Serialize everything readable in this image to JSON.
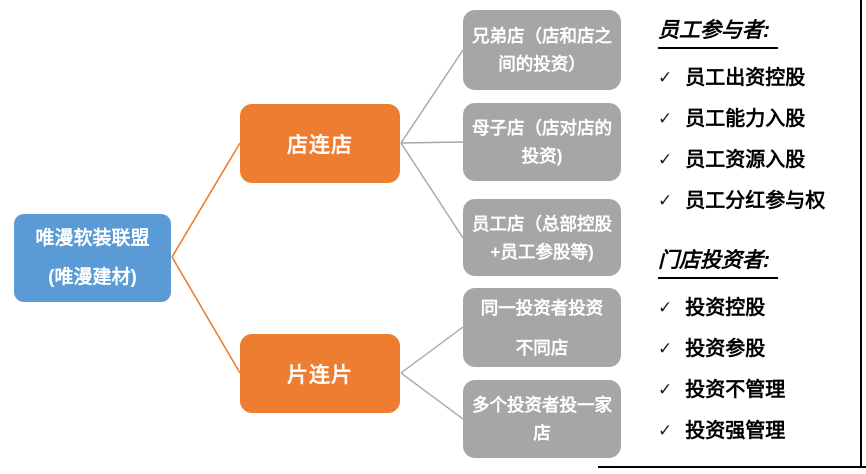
{
  "diagram": {
    "root": {
      "line1": "唯漫软装联盟",
      "line2": "(唯漫建材)"
    },
    "branches": [
      {
        "label": "店连店"
      },
      {
        "label": "片连片"
      }
    ],
    "leaves": [
      {
        "line1": "兄弟店（店和店之",
        "line2": "间的投资）"
      },
      {
        "line1": "母子店（店对店的",
        "line2": "投资)"
      },
      {
        "line1": "员工店（总部控股",
        "line2": "+员工参股等)"
      },
      {
        "line1": "同一投资者投资",
        "line2": "不同店"
      },
      {
        "line1": "多个投资者投一家",
        "line2": "店"
      }
    ]
  },
  "side_panel": {
    "check_glyph": "✓",
    "lists": [
      {
        "title": "员工参与者:",
        "items": [
          "员工出资控股",
          "员工能力入股",
          "员工资源入股",
          "员工分红参与权"
        ]
      },
      {
        "title": "门店投资者:",
        "items": [
          "投资控股",
          "投资参股",
          "投资不管理",
          "投资强管理"
        ]
      }
    ]
  },
  "colors": {
    "root_fill": "#5B9BD5",
    "branch_fill": "#ED7D31",
    "leaf_fill": "#A6A6A6",
    "connector_orange": "#ED7D31",
    "connector_gray": "#A6A6A6",
    "page_border": "#000000"
  }
}
